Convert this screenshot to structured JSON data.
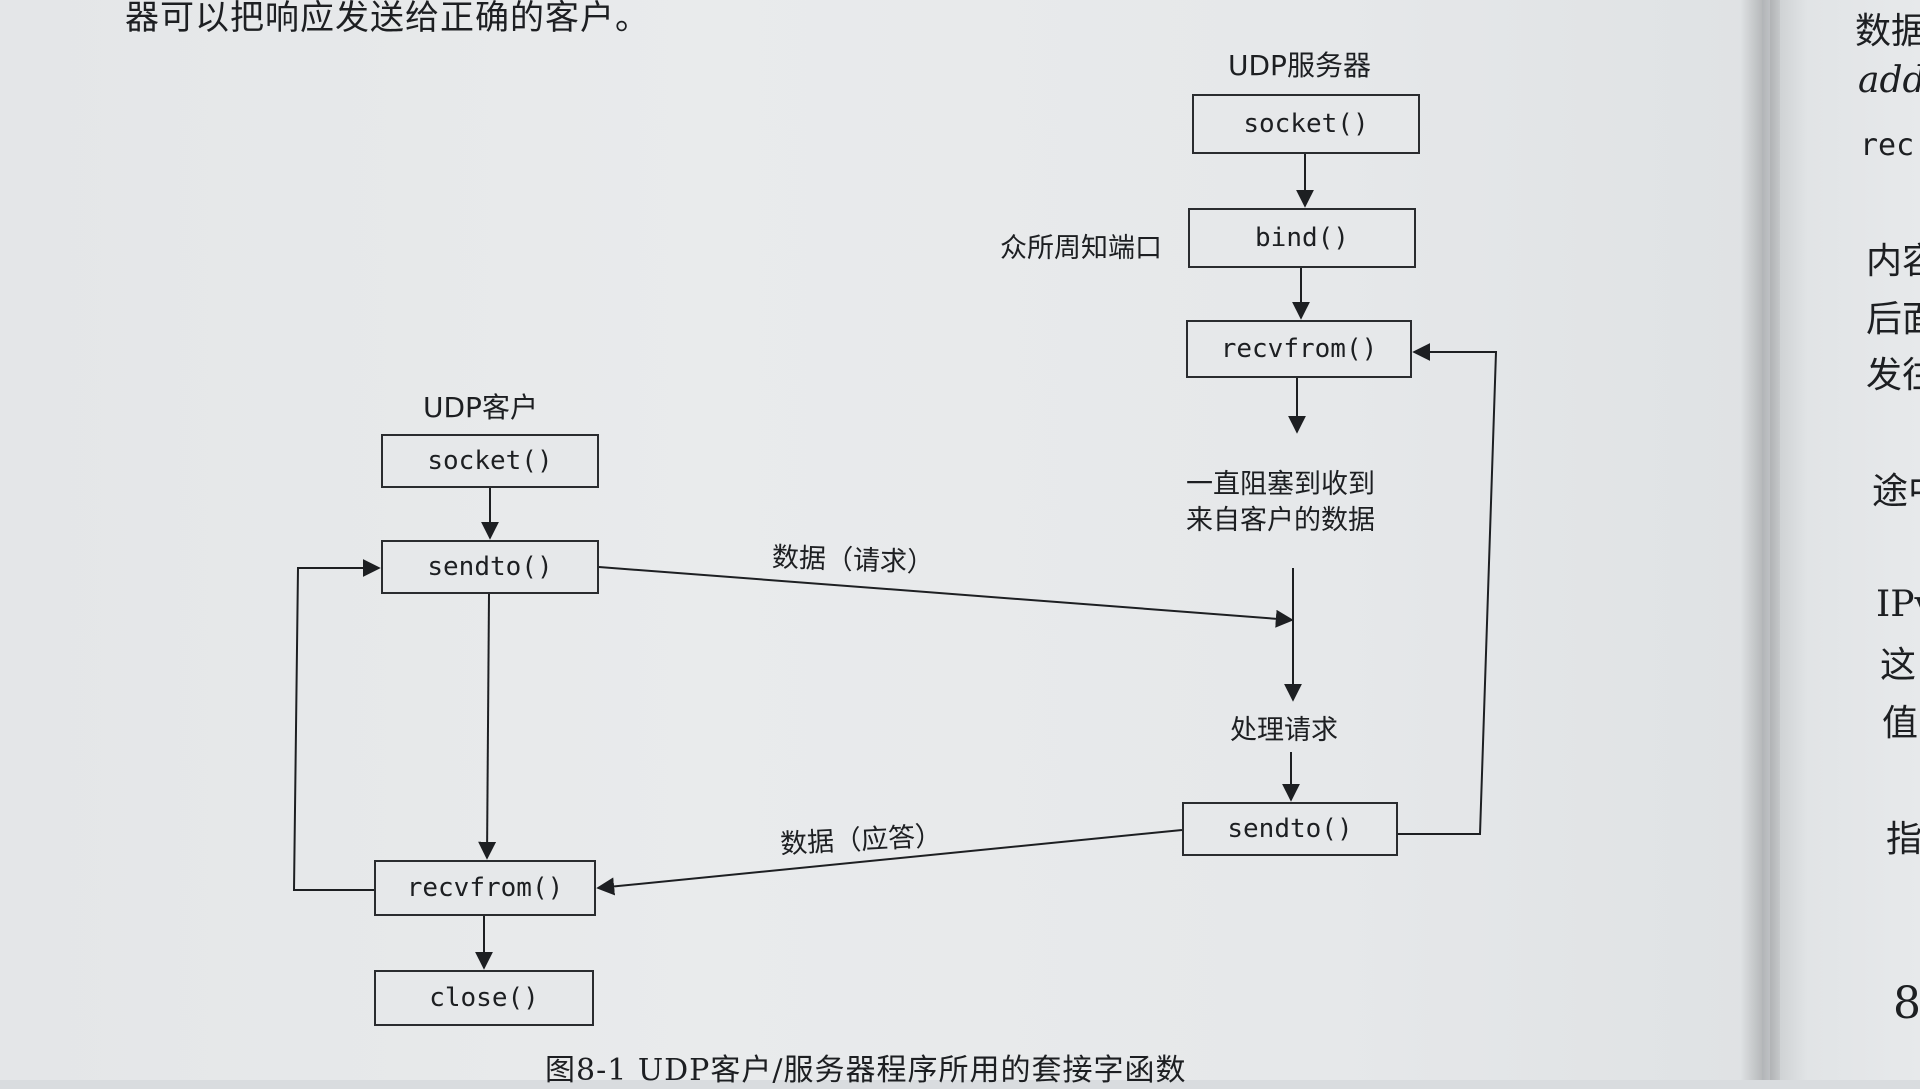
{
  "top_text": "器可以把响应发送给正确的客户。",
  "server": {
    "title": "UDP服务器",
    "socket": "socket()",
    "bind": "bind()",
    "bind_note": "众所周知端口",
    "recvfrom": "recvfrom()",
    "block_note_1": "一直阻塞到收到",
    "block_note_2": "来自客户的数据",
    "process_note": "处理请求",
    "sendto": "sendto()"
  },
  "client": {
    "title": "UDP客户",
    "socket": "socket()",
    "sendto": "sendto()",
    "recvfrom": "recvfrom()",
    "close": "close()"
  },
  "messages": {
    "request": "数据（请求）",
    "reply": "数据（应答）"
  },
  "caption": "图8-1   UDP客户/服务器程序所用的套接字函数",
  "right_page": {
    "lines": [
      "数据",
      "add",
      "rec",
      "内容",
      "后面",
      "发往",
      "途中",
      "IPv",
      "这",
      "值",
      "指",
      "8"
    ]
  }
}
